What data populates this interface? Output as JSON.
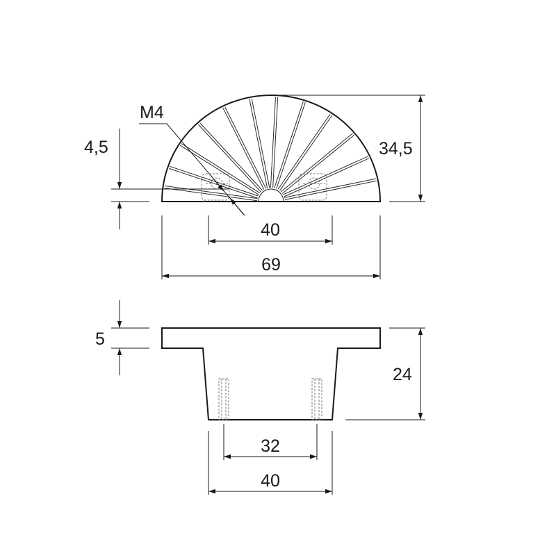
{
  "drawing": {
    "line_color": "#1a1a1a",
    "top_view": {
      "thread_label": "M4",
      "hole_offset_label": "4,5",
      "height_label": "34,5",
      "hole_spacing_label": "40",
      "width_label": "69"
    },
    "side_view": {
      "flange_label": "5",
      "height_label": "24",
      "hole_spacing_label": "32",
      "base_width_label": "40"
    }
  }
}
